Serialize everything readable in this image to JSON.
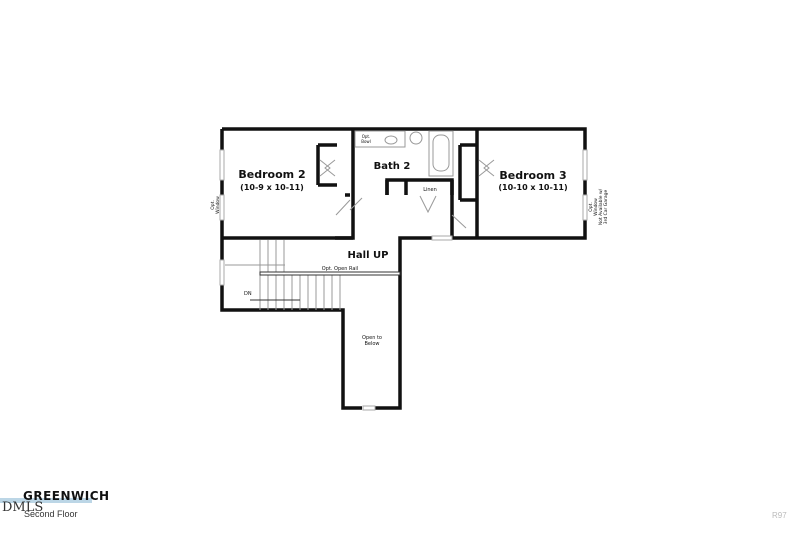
{
  "plan": {
    "rooms": {
      "bedroom2": {
        "name": "Bedroom 2",
        "size": "(10-9 x 10-11)"
      },
      "bedroom3": {
        "name": "Bedroom 3",
        "size": "(10-10 x 10-11)"
      },
      "bath2": {
        "name": "Bath 2"
      },
      "hall": {
        "name": "Hall UP"
      },
      "linen": {
        "name": "Linen"
      },
      "open": {
        "line1": "Open to",
        "line2": "Below"
      }
    },
    "notes": {
      "opt_bowl_1": "Opt.",
      "opt_bowl_2": "Bowl",
      "opt_window_left_1": "Opt.",
      "opt_window_left_2": "Window",
      "opt_window_right_1": "Opt.",
      "opt_window_right_2": "Window",
      "opt_window_right_3": "Not Available w/",
      "opt_window_right_4": "3rd Car Garage",
      "open_rail": "Opt. Open Rail",
      "stairs_dn": "DN"
    }
  },
  "footer": {
    "brand": "GREENWICH",
    "watermark": "DMLS",
    "floor": "Second Floor",
    "code": "R97"
  }
}
